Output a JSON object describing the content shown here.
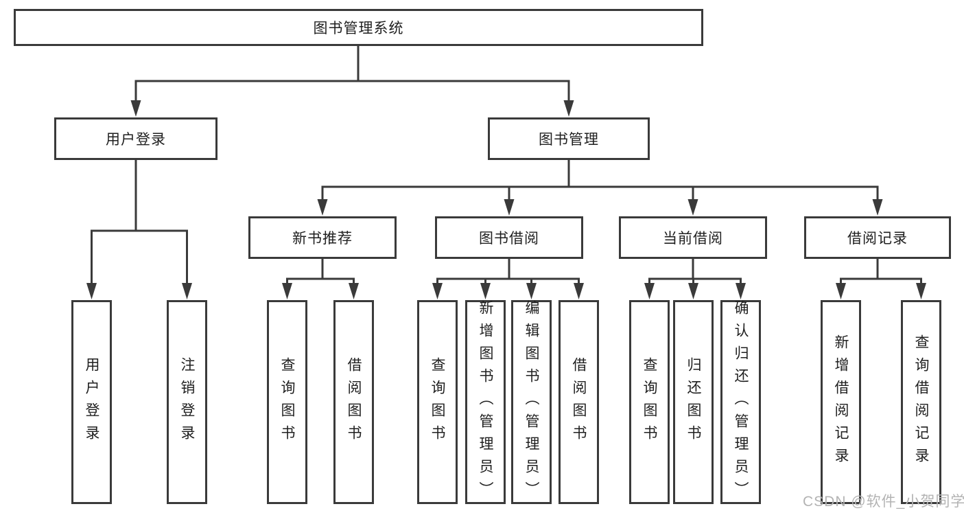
{
  "tree": {
    "label": "图书管理系统",
    "children": [
      {
        "label": "用户登录",
        "children": [
          {
            "label": "用户登录"
          },
          {
            "label": "注销登录"
          }
        ]
      },
      {
        "label": "图书管理",
        "children": [
          {
            "label": "新书推荐",
            "children": [
              {
                "label": "查询图书"
              },
              {
                "label": "借阅图书"
              }
            ]
          },
          {
            "label": "图书借阅",
            "children": [
              {
                "label": "查询图书"
              },
              {
                "label": "新增图书（管理员）"
              },
              {
                "label": "编辑图书（管理员）"
              },
              {
                "label": "借阅图书"
              }
            ]
          },
          {
            "label": "当前借阅",
            "children": [
              {
                "label": "查询图书"
              },
              {
                "label": "归还图书"
              },
              {
                "label": "确认归还（管理员）"
              }
            ]
          },
          {
            "label": "借阅记录",
            "children": [
              {
                "label": "新增借阅记录"
              },
              {
                "label": "查询借阅记录"
              }
            ]
          }
        ]
      }
    ]
  },
  "watermark": "CSDN @软件_小贺同学",
  "colors": {
    "line": "#3a3a3a",
    "text": "#1f1f1f",
    "watermark": "#b3b3b3"
  }
}
